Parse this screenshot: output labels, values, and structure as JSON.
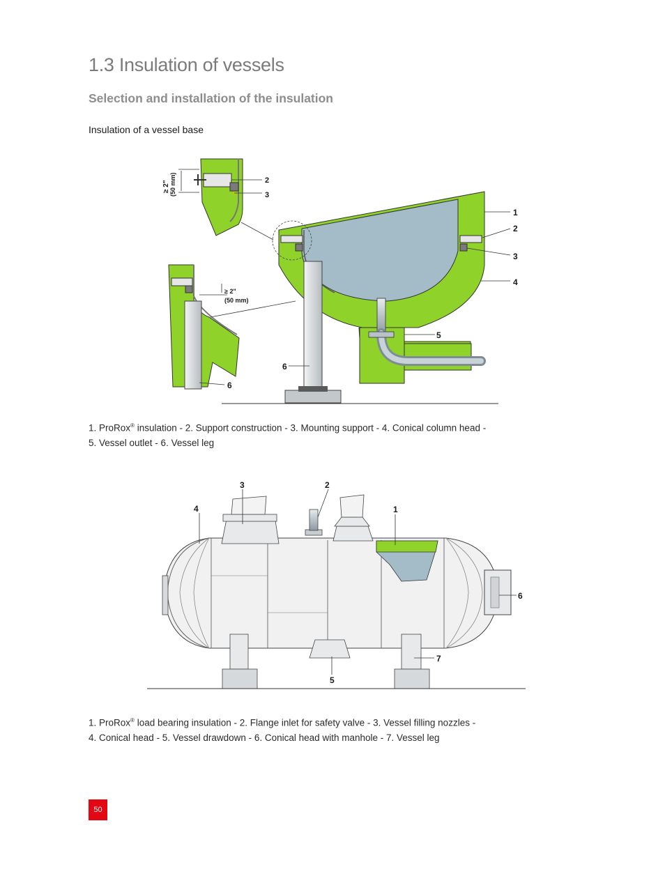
{
  "header": {
    "title": "1.3 Insulation of vessels",
    "section": "Selection and installation of the insulation",
    "subsection": "Insulation of a vessel base"
  },
  "figure1": {
    "labels": [
      "1",
      "2",
      "3",
      "4",
      "5",
      "6"
    ],
    "dimension": "≥ 2\"",
    "dimension_mm": "(50 mm)",
    "caption_prefix": "1. ProRox",
    "caption_sup": "®",
    "caption_line1_rest": " insulation - 2. Support construction - 3. Mounting support - 4. Conical column head -",
    "caption_line2": "5. Vessel outlet - 6. Vessel leg"
  },
  "figure2": {
    "labels": [
      "1",
      "2",
      "3",
      "4",
      "5",
      "6",
      "7"
    ],
    "caption_prefix": "1. ProRox",
    "caption_sup": "®",
    "caption_line1_rest": " load bearing insulation - 2. Flange inlet for safety valve - 3. Vessel filling nozzles -",
    "caption_line2": "4. Conical head - 5. Vessel drawdown - 6. Conical head with manhole - 7. Vessel leg"
  },
  "footer": {
    "page_number": "50"
  },
  "colors": {
    "insulation_green": "#8fd22a",
    "vessel_blue": "#a4bcc8",
    "metal_grey": "#c8cdd0",
    "title_grey": "#7b7b7b",
    "accent_red": "#e30613"
  }
}
